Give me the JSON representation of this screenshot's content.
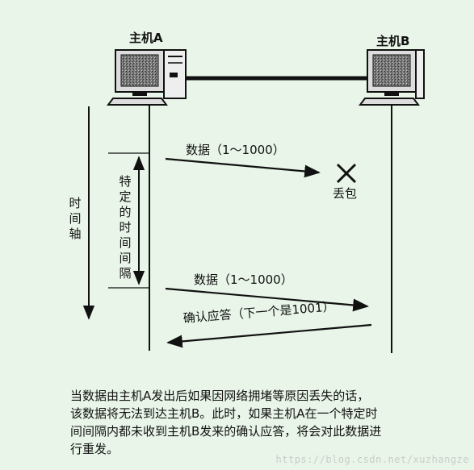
{
  "hosts": {
    "a_label": "主机A",
    "b_label": "主机B"
  },
  "axis": {
    "time_axis_label": "时间轴",
    "interval_label": "特定的时间间隔"
  },
  "messages": {
    "first_send": "数据（1～1000）",
    "packet_loss": "丢包",
    "resend": "数据（1～1000）",
    "ack": "确认应答（下一个是1001）"
  },
  "caption": {
    "lines": [
      "当数据由主机A发出后如果因网络拥堵等原因丢失的话，",
      "该数据将无法到达主机B。此时，如果主机A在一个特定时",
      "间间隔内都未收到主机B发来的确认应答，将会对此数据进",
      "行重发。"
    ]
  },
  "watermark": "https://blog.csdn.net/xuzhangze",
  "colors": {
    "background": "#e9f5e9",
    "ink": "#111111"
  },
  "icons": [
    "computer-a-icon",
    "computer-b-icon",
    "loss-x-icon"
  ]
}
